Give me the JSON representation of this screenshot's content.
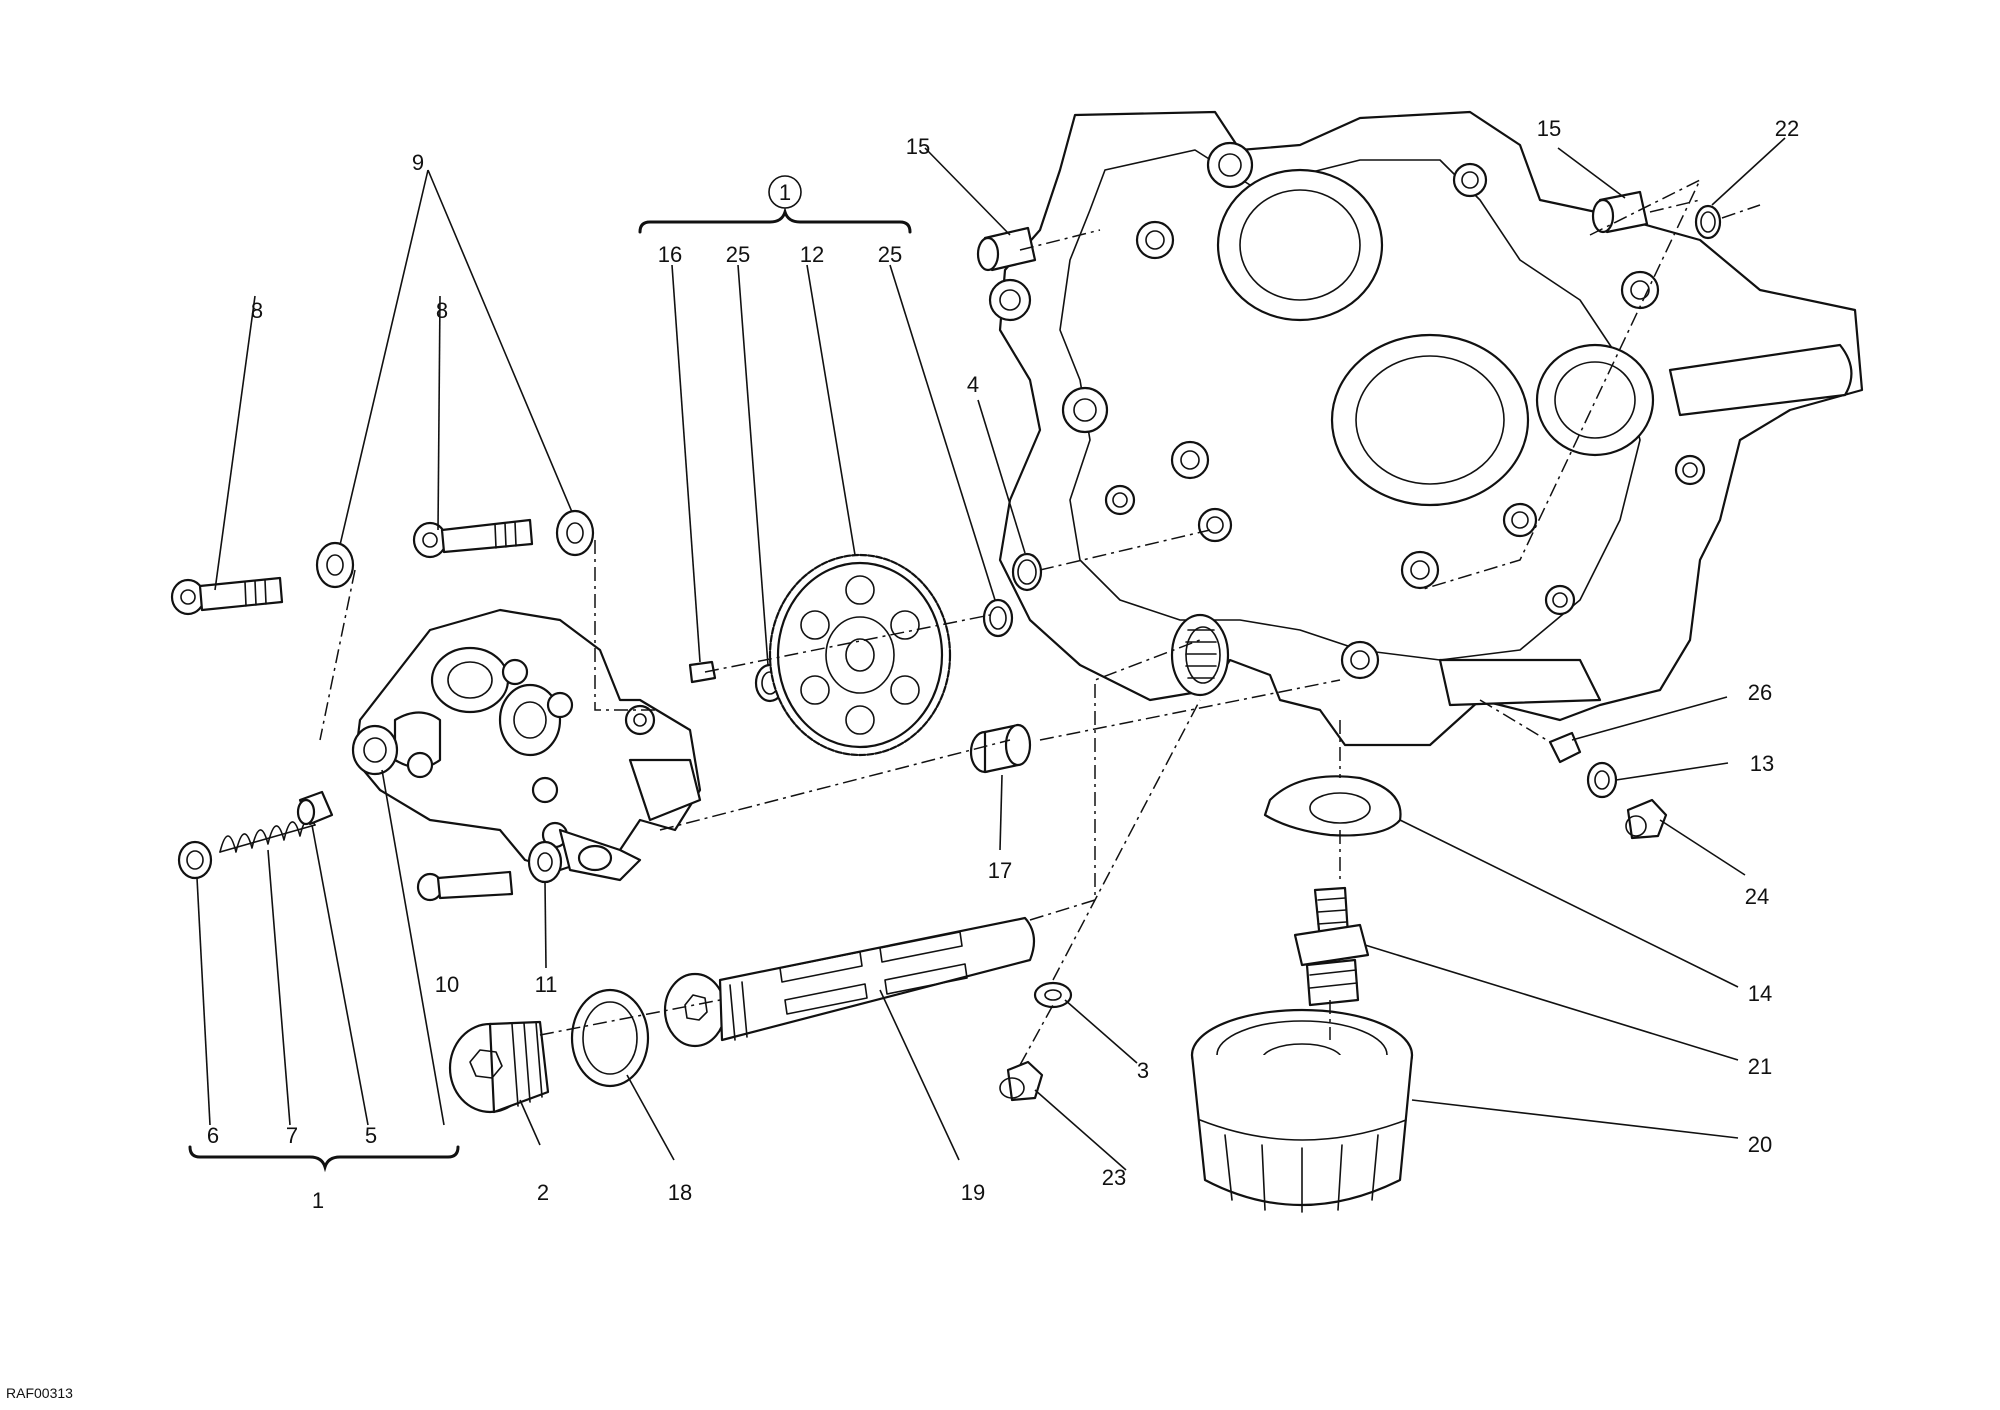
{
  "diagram": {
    "reference_code": "RAF00313",
    "kit_marker": "1",
    "callouts": [
      {
        "id": "c1",
        "label": "1"
      },
      {
        "id": "c2",
        "label": "2"
      },
      {
        "id": "c3",
        "label": "3"
      },
      {
        "id": "c4",
        "label": "4"
      },
      {
        "id": "c5",
        "label": "5"
      },
      {
        "id": "c6",
        "label": "6"
      },
      {
        "id": "c7",
        "label": "7"
      },
      {
        "id": "c8a",
        "label": "8"
      },
      {
        "id": "c8b",
        "label": "8"
      },
      {
        "id": "c9",
        "label": "9"
      },
      {
        "id": "c10",
        "label": "10"
      },
      {
        "id": "c11",
        "label": "11"
      },
      {
        "id": "c12",
        "label": "12"
      },
      {
        "id": "c13",
        "label": "13"
      },
      {
        "id": "c14",
        "label": "14"
      },
      {
        "id": "c15a",
        "label": "15"
      },
      {
        "id": "c15b",
        "label": "15"
      },
      {
        "id": "c16",
        "label": "16"
      },
      {
        "id": "c17",
        "label": "17"
      },
      {
        "id": "c18",
        "label": "18"
      },
      {
        "id": "c19",
        "label": "19"
      },
      {
        "id": "c20",
        "label": "20"
      },
      {
        "id": "c21",
        "label": "21"
      },
      {
        "id": "c22",
        "label": "22"
      },
      {
        "id": "c23",
        "label": "23"
      },
      {
        "id": "c24",
        "label": "24"
      },
      {
        "id": "c25a",
        "label": "25"
      },
      {
        "id": "c25b",
        "label": "25"
      },
      {
        "id": "c26",
        "label": "26"
      }
    ]
  }
}
